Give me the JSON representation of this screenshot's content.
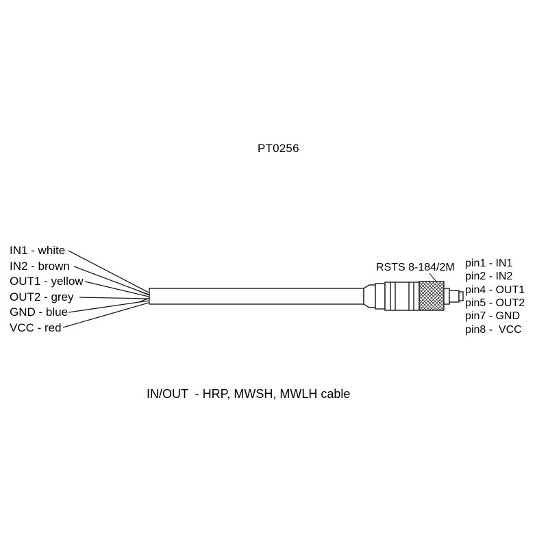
{
  "title": "PT0256",
  "connector": {
    "label": "RSTS 8-184/2M"
  },
  "wires": [
    {
      "label": "IN1 - white"
    },
    {
      "label": "IN2 - brown"
    },
    {
      "label": "OUT1 - yellow"
    },
    {
      "label": "OUT2 - grey"
    },
    {
      "label": "GND - blue"
    },
    {
      "label": "VCC - red"
    }
  ],
  "pins": [
    {
      "label": "pin1 - IN1"
    },
    {
      "label": "pin2 - IN2"
    },
    {
      "label": "pin4 - OUT1"
    },
    {
      "label": "pin5 - OUT2"
    },
    {
      "label": "pin7 - GND"
    },
    {
      "label": "pin8 -  VCC"
    }
  ],
  "footer": "IN/OUT  - HRP, MWSH, MWLH cable",
  "colors": {
    "line": "#1a1a1a",
    "background": "#ffffff"
  }
}
